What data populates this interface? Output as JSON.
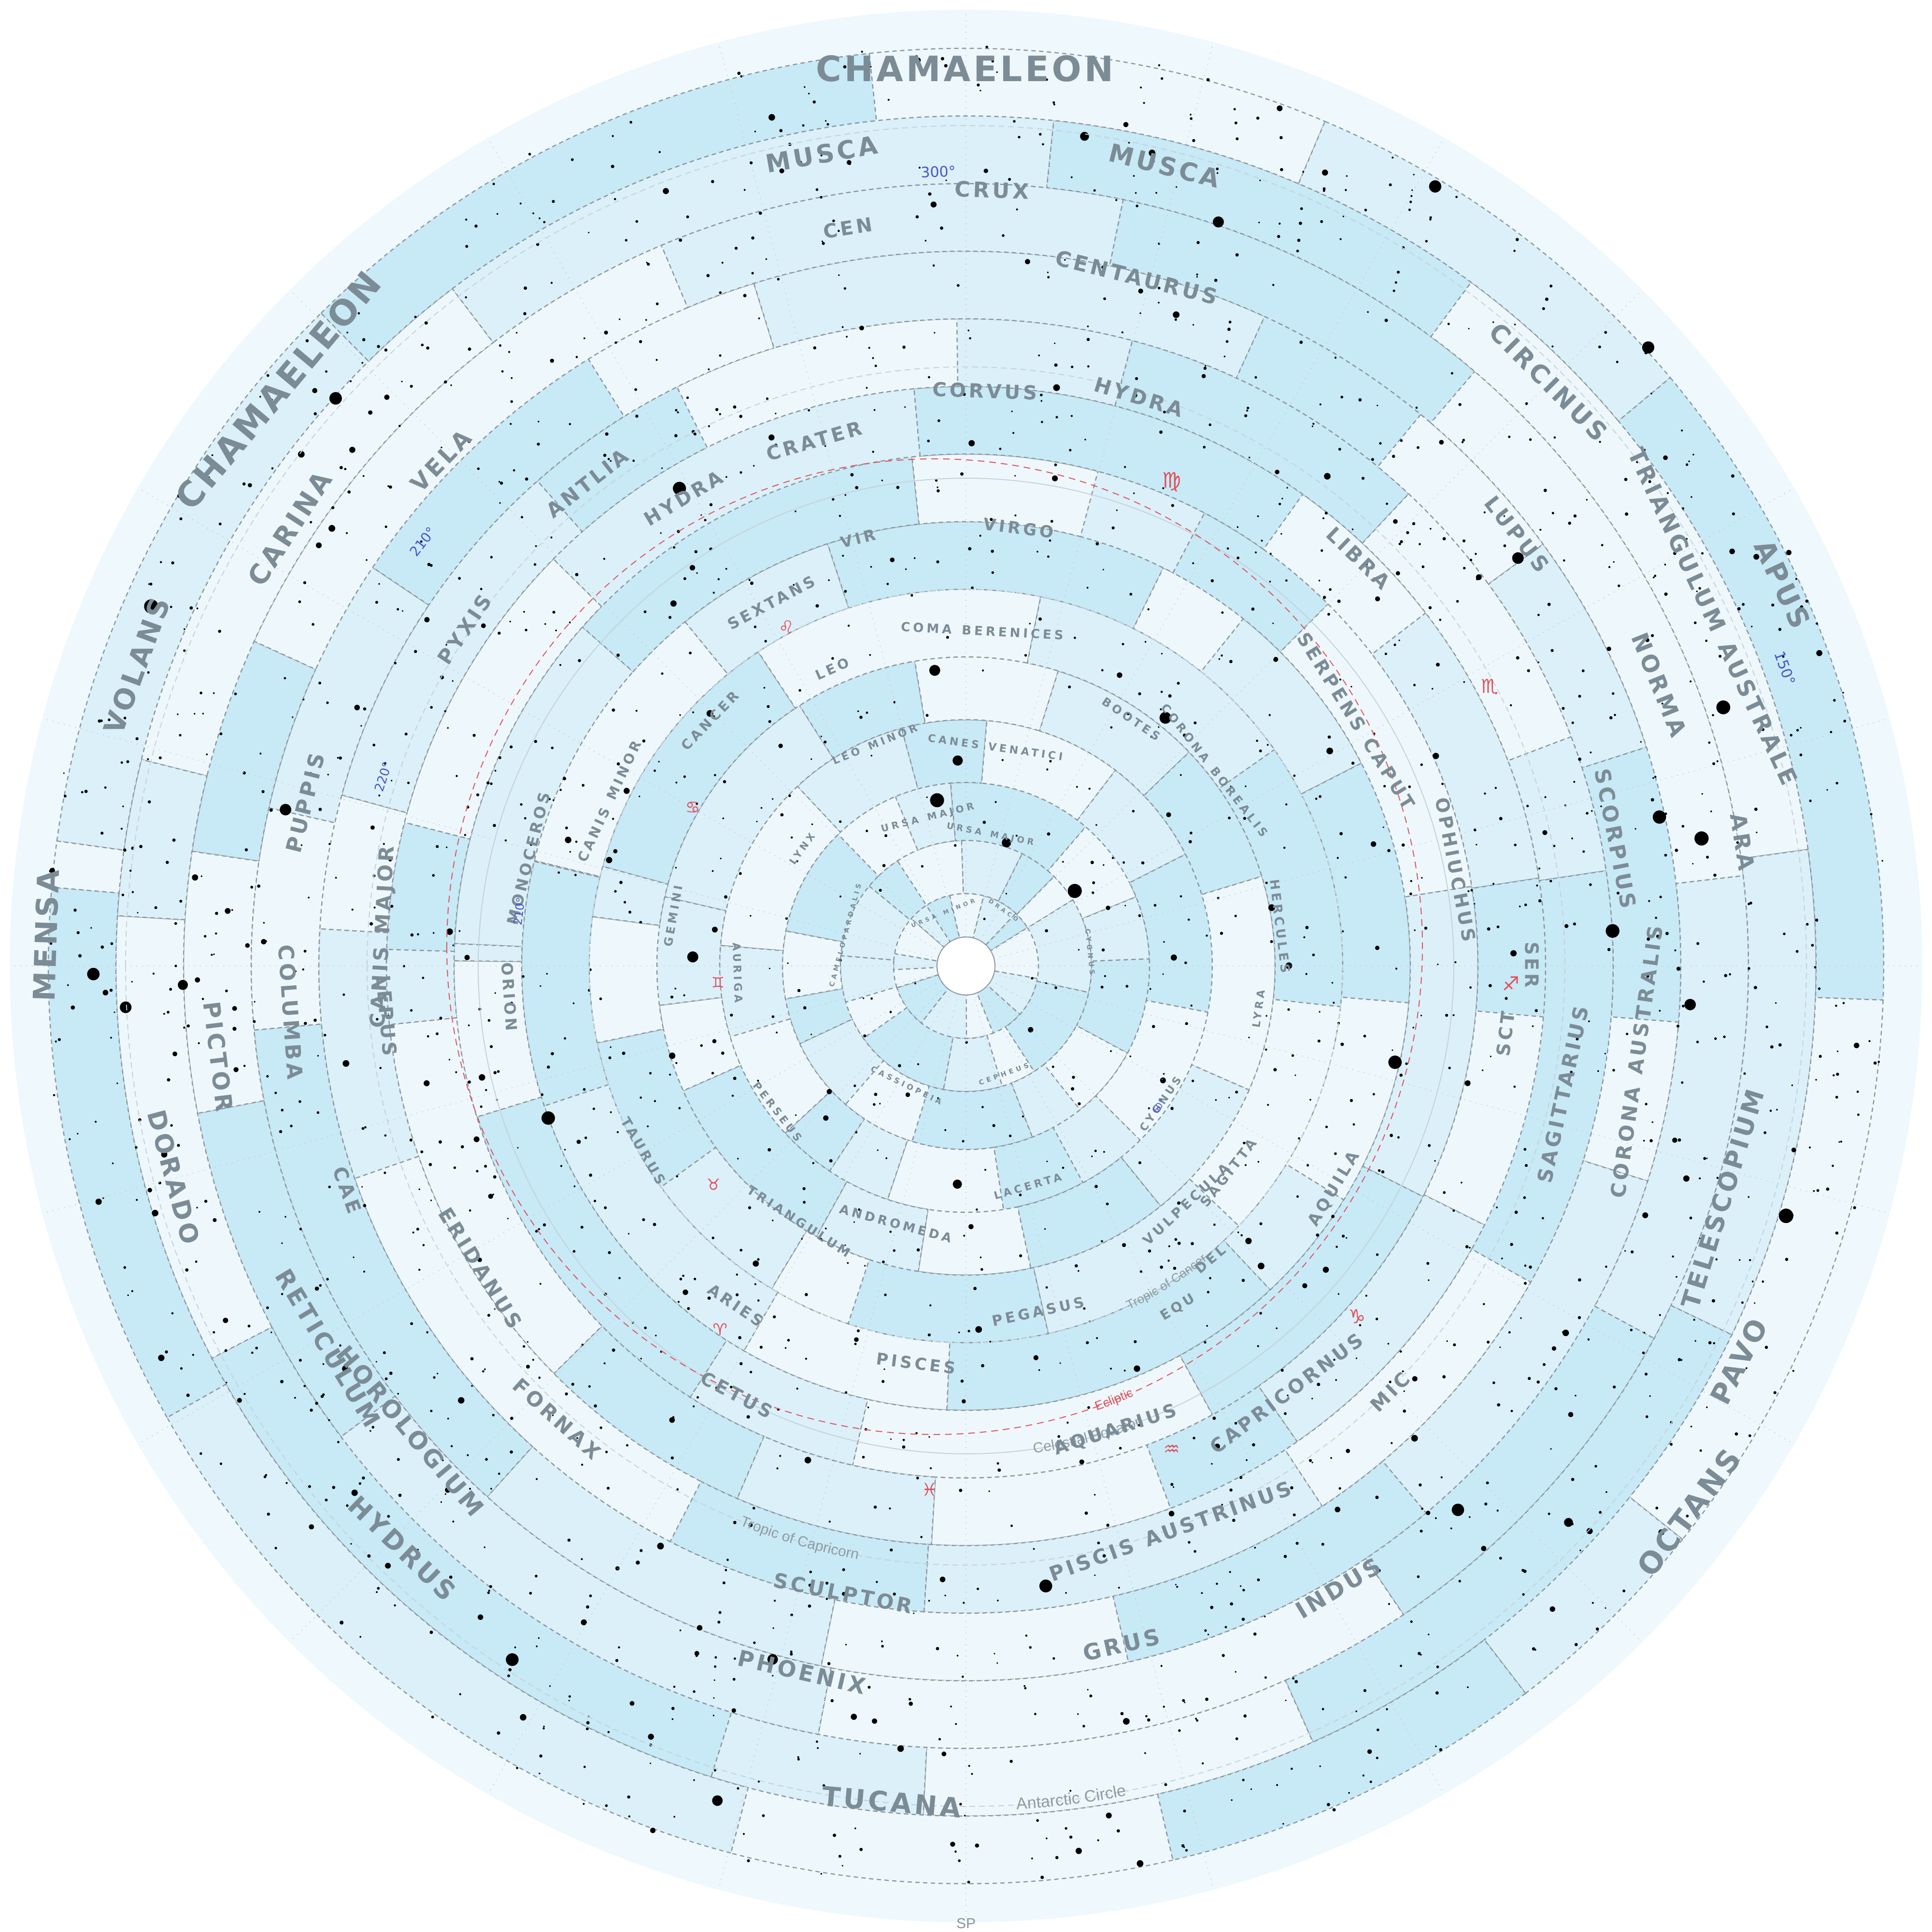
{
  "map": {
    "pole_label": "SP",
    "colors": {
      "background": "#ffffff",
      "outer_ring": "#eef8fd",
      "band_light": "#eef7fc",
      "band_mid": "#dbf0f9",
      "band_dark": "#c8e9f6",
      "label": "#7c8c96",
      "ecliptic": "#e0505a",
      "ra_label": "#4a56c8",
      "star": "#000000"
    }
  },
  "circles": {
    "celestial_equator": "Celestial Equator",
    "ecliptic": "Ecliptic",
    "tropic_cancer": "Tropic of Cancer",
    "tropic_capricorn": "Tropic of Capricorn",
    "antarctic_circle": "Antarctic Circle"
  },
  "constellations": [
    {
      "name": "CHAMAELEON",
      "ring": 0.935,
      "angle": -90,
      "size": 72
    },
    {
      "name": "CHAMAELEON",
      "ring": 0.935,
      "angle": -140,
      "size": 72
    },
    {
      "name": "MUSCA",
      "ring": 0.86,
      "angle": -100,
      "size": 52
    },
    {
      "name": "MUSCA",
      "ring": 0.86,
      "angle": -76,
      "size": 52
    },
    {
      "name": "CRUX",
      "ring": 0.81,
      "angle": -88,
      "size": 44
    },
    {
      "name": "CEN",
      "ring": 0.78,
      "angle": -99,
      "size": 40
    },
    {
      "name": "CENTAURUS",
      "ring": 0.74,
      "angle": -76,
      "size": 44
    },
    {
      "name": "CIRCINUS",
      "ring": 0.86,
      "angle": -45,
      "size": 52
    },
    {
      "name": "APUS",
      "ring": 0.94,
      "angle": -25,
      "size": 58
    },
    {
      "name": "TRIANGULUM AUSTRALE",
      "ring": 0.86,
      "angle": -25,
      "size": 48
    },
    {
      "name": "NORMA",
      "ring": 0.78,
      "angle": -22,
      "size": 48
    },
    {
      "name": "LUPUS",
      "ring": 0.73,
      "angle": -38,
      "size": 44
    },
    {
      "name": "ARA",
      "ring": 0.82,
      "angle": -9,
      "size": 46
    },
    {
      "name": "SCORPIUS",
      "ring": 0.69,
      "angle": -11,
      "size": 44
    },
    {
      "name": "CORONA AUSTRALIS",
      "ring": 0.71,
      "angle": 8,
      "size": 42
    },
    {
      "name": "TELESCOPIUM",
      "ring": 0.83,
      "angle": 17,
      "size": 52
    },
    {
      "name": "PAVO",
      "ring": 0.91,
      "angle": 27,
      "size": 58
    },
    {
      "name": "OCTANS",
      "ring": 0.95,
      "angle": 37,
      "size": 62
    },
    {
      "name": "SAGITTARIUS",
      "ring": 0.64,
      "angle": 12,
      "size": 42
    },
    {
      "name": "SCT",
      "ring": 0.57,
      "angle": 7,
      "size": 38
    },
    {
      "name": "SER",
      "ring": 0.59,
      "angle": 0,
      "size": 38
    },
    {
      "name": "OPHIUCHUS",
      "ring": 0.52,
      "angle": -11,
      "size": 38
    },
    {
      "name": "SERPENS CAPUT",
      "ring": 0.48,
      "angle": -32,
      "size": 38
    },
    {
      "name": "LIBRA",
      "ring": 0.59,
      "angle": -46,
      "size": 42
    },
    {
      "name": "HYDRA",
      "ring": 0.62,
      "angle": -73,
      "size": 42
    },
    {
      "name": "CORVUS",
      "ring": 0.6,
      "angle": -88,
      "size": 40
    },
    {
      "name": "CRATER",
      "ring": 0.57,
      "angle": -106,
      "size": 40
    },
    {
      "name": "HYDRA",
      "ring": 0.57,
      "angle": -121,
      "size": 40
    },
    {
      "name": "ANTLIA",
      "ring": 0.64,
      "angle": -128,
      "size": 42
    },
    {
      "name": "VELA",
      "ring": 0.76,
      "angle": -136,
      "size": 48
    },
    {
      "name": "CARINA",
      "ring": 0.84,
      "angle": -147,
      "size": 56
    },
    {
      "name": "VOLANS",
      "ring": 0.92,
      "angle": -160,
      "size": 58
    },
    {
      "name": "PYXIS",
      "ring": 0.63,
      "angle": -146,
      "size": 42
    },
    {
      "name": "PUPPIS",
      "ring": 0.71,
      "angle": -166,
      "size": 44
    },
    {
      "name": "CANIS MAJOR",
      "ring": 0.61,
      "angle": -177,
      "size": 42
    },
    {
      "name": "MENSA",
      "ring": 0.96,
      "angle": -178,
      "size": 62
    },
    {
      "name": "PICTOR",
      "ring": 0.79,
      "angle": 173,
      "size": 48
    },
    {
      "name": "DORADO",
      "ring": 0.86,
      "angle": 165,
      "size": 52
    },
    {
      "name": "COLUMBA",
      "ring": 0.71,
      "angle": 176,
      "size": 44
    },
    {
      "name": "LEPUS",
      "ring": 0.61,
      "angle": 175,
      "size": 40
    },
    {
      "name": "CAE",
      "ring": 0.69,
      "angle": 160,
      "size": 40
    },
    {
      "name": "RETICULUM",
      "ring": 0.78,
      "angle": 149,
      "size": 50
    },
    {
      "name": "HOROLOGIUM",
      "ring": 0.76,
      "angle": 140,
      "size": 50
    },
    {
      "name": "HYDRUS",
      "ring": 0.85,
      "angle": 134,
      "size": 54
    },
    {
      "name": "ERIDANUS",
      "ring": 0.6,
      "angle": 148,
      "size": 42
    },
    {
      "name": "FORNAX",
      "ring": 0.64,
      "angle": 132,
      "size": 42
    },
    {
      "name": "CETUS",
      "ring": 0.51,
      "angle": 118,
      "size": 38
    },
    {
      "name": "SCULPTOR",
      "ring": 0.67,
      "angle": 101,
      "size": 42
    },
    {
      "name": "PHOENIX",
      "ring": 0.76,
      "angle": 103,
      "size": 46
    },
    {
      "name": "TUCANA",
      "ring": 0.88,
      "angle": 95,
      "size": 56
    },
    {
      "name": "GRUS",
      "ring": 0.73,
      "angle": 77,
      "size": 46
    },
    {
      "name": "PISCIS AUSTRINUS",
      "ring": 0.63,
      "angle": 70,
      "size": 42
    },
    {
      "name": "INDUS",
      "ring": 0.76,
      "angle": 59,
      "size": 48
    },
    {
      "name": "MIC",
      "ring": 0.63,
      "angle": 45,
      "size": 40
    },
    {
      "name": "CAPRICORNUS",
      "ring": 0.56,
      "angle": 53,
      "size": 40
    },
    {
      "name": "AQUARIUS",
      "ring": 0.51,
      "angle": 72,
      "size": 38
    },
    {
      "name": "AQUILA",
      "ring": 0.45,
      "angle": 31,
      "size": 34
    },
    {
      "name": "SAGITTA",
      "ring": 0.35,
      "angle": 38,
      "size": 28
    },
    {
      "name": "VULPECULA",
      "ring": 0.34,
      "angle": 47,
      "size": 28
    },
    {
      "name": "DEL",
      "ring": 0.4,
      "angle": 50,
      "size": 28
    },
    {
      "name": "EQU",
      "ring": 0.42,
      "angle": 58,
      "size": 28
    },
    {
      "name": "PEGASUS",
      "ring": 0.37,
      "angle": 78,
      "size": 30
    },
    {
      "name": "PISCES",
      "ring": 0.42,
      "angle": 97,
      "size": 34
    },
    {
      "name": "ARIES",
      "ring": 0.43,
      "angle": 124,
      "size": 32
    },
    {
      "name": "TRIANGULUM",
      "ring": 0.32,
      "angle": 123,
      "size": 26
    },
    {
      "name": "ANDROMEDA",
      "ring": 0.28,
      "angle": 105,
      "size": 26
    },
    {
      "name": "LACERTA",
      "ring": 0.24,
      "angle": 74,
      "size": 22
    },
    {
      "name": "CYGNUS",
      "ring": 0.25,
      "angle": 35,
      "size": 22
    },
    {
      "name": "LYRA",
      "ring": 0.31,
      "angle": 8,
      "size": 22
    },
    {
      "name": "HERCULES",
      "ring": 0.33,
      "angle": -7,
      "size": 26
    },
    {
      "name": "CORONA BOREALIS",
      "ring": 0.33,
      "angle": -38,
      "size": 24
    },
    {
      "name": "BOOTES",
      "ring": 0.31,
      "angle": -56,
      "size": 24
    },
    {
      "name": "CANES VENATICI",
      "ring": 0.23,
      "angle": -82,
      "size": 22
    },
    {
      "name": "COMA BERENICES",
      "ring": 0.35,
      "angle": -87,
      "size": 26
    },
    {
      "name": "VIRGO",
      "ring": 0.46,
      "angle": -83,
      "size": 34
    },
    {
      "name": "VIR",
      "ring": 0.46,
      "angle": -104,
      "size": 32
    },
    {
      "name": "SEXTANS",
      "ring": 0.43,
      "angle": -118,
      "size": 32
    },
    {
      "name": "LEO",
      "ring": 0.34,
      "angle": -114,
      "size": 28
    },
    {
      "name": "LEO MINOR",
      "ring": 0.25,
      "angle": -112,
      "size": 22
    },
    {
      "name": "URSA MAJOR",
      "ring": 0.16,
      "angle": -104,
      "size": 20
    },
    {
      "name": "URSA MAJOR",
      "ring": 0.14,
      "angle": -79,
      "size": 18
    },
    {
      "name": "CANCER",
      "ring": 0.37,
      "angle": -136,
      "size": 28
    },
    {
      "name": "LYNX",
      "ring": 0.21,
      "angle": -144,
      "size": 20
    },
    {
      "name": "GEMINI",
      "ring": 0.31,
      "angle": -170,
      "size": 24
    },
    {
      "name": "CANIS MINOR",
      "ring": 0.41,
      "angle": -155,
      "size": 28
    },
    {
      "name": "MONOCEROS",
      "ring": 0.47,
      "angle": -166,
      "size": 32
    },
    {
      "name": "ORION",
      "ring": 0.48,
      "angle": 176,
      "size": 32
    },
    {
      "name": "AURIGA",
      "ring": 0.24,
      "angle": 178,
      "size": 22
    },
    {
      "name": "PERSEUS",
      "ring": 0.25,
      "angle": 142,
      "size": 22
    },
    {
      "name": "TAURUS",
      "ring": 0.39,
      "angle": 150,
      "size": 28
    },
    {
      "name": "CASSIOPEIA",
      "ring": 0.14,
      "angle": 116,
      "size": 16
    },
    {
      "name": "CEPHEUS",
      "ring": 0.12,
      "angle": 70,
      "size": 14
    },
    {
      "name": "CAMELOPARDALIS",
      "ring": 0.13,
      "angle": -165,
      "size": 14
    },
    {
      "name": "CYGNUS",
      "ring": 0.13,
      "angle": -6,
      "size": 14
    },
    {
      "name": "DRACO",
      "ring": 0.07,
      "angle": -55,
      "size": 12
    },
    {
      "name": "URSA MINOR",
      "ring": 0.06,
      "angle": -112,
      "size": 12
    }
  ],
  "zodiac_symbols": [
    {
      "sym": "♍",
      "ring": 0.55,
      "angle": -67,
      "size": 44
    },
    {
      "sym": "♌",
      "ring": 0.4,
      "angle": -118,
      "size": 36
    },
    {
      "sym": "♋",
      "ring": 0.33,
      "angle": -150,
      "size": 34
    },
    {
      "sym": "♊",
      "ring": 0.26,
      "angle": 176,
      "size": 30
    },
    {
      "sym": "♉",
      "ring": 0.35,
      "angle": 139,
      "size": 32
    },
    {
      "sym": "♈",
      "ring": 0.46,
      "angle": 124,
      "size": 34
    },
    {
      "sym": "♓",
      "ring": 0.55,
      "angle": 94,
      "size": 36
    },
    {
      "sym": "♒",
      "ring": 0.55,
      "angle": 67,
      "size": 38
    },
    {
      "sym": "♑",
      "ring": 0.55,
      "angle": 42,
      "size": 40
    },
    {
      "sym": "♐",
      "ring": 0.57,
      "angle": 2,
      "size": 40
    },
    {
      "sym": "♏",
      "ring": 0.62,
      "angle": -28,
      "size": 40
    }
  ],
  "ra_labels": [
    {
      "text": "300°",
      "ring": 0.83,
      "angle": -92,
      "size": 30
    },
    {
      "text": "210°",
      "ring": 0.72,
      "angle": -142,
      "size": 28
    },
    {
      "text": "220°",
      "ring": 0.64,
      "angle": -162,
      "size": 26
    },
    {
      "text": "210°",
      "ring": 0.47,
      "angle": -173,
      "size": 24
    },
    {
      "text": "60°",
      "ring": 0.25,
      "angle": 36,
      "size": 18
    },
    {
      "text": "150°",
      "ring": 0.91,
      "angle": -20,
      "size": 30
    }
  ]
}
